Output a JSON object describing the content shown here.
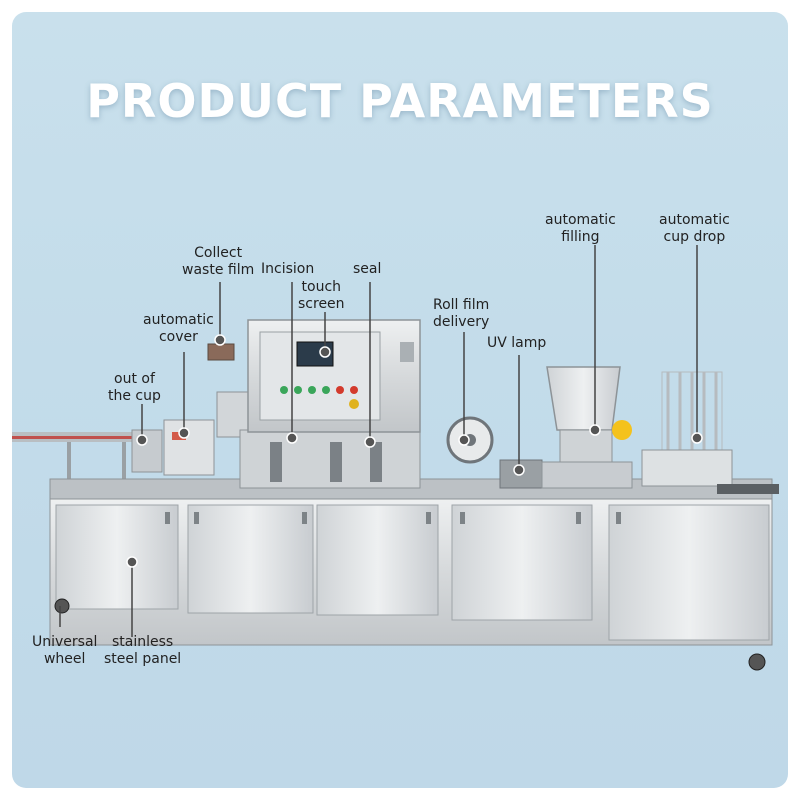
{
  "title": "PRODUCT PARAMETERS",
  "colors": {
    "background": "#c5deeb",
    "title": "#ffffff",
    "steel": "#d9dcde",
    "callout_line": "#444444",
    "callout_dot": "#555555"
  },
  "callouts": {
    "collect_waste_film": [
      "Collect",
      "waste film"
    ],
    "incision": [
      "Incision"
    ],
    "seal": [
      "seal"
    ],
    "touch_screen": [
      "touch",
      "screen"
    ],
    "automatic_cover": [
      "automatic",
      "cover"
    ],
    "out_of_the_cup": [
      "out of",
      "the cup"
    ],
    "roll_film_delivery": [
      "Roll film",
      "delivery"
    ],
    "uv_lamp": [
      "UV lamp"
    ],
    "automatic_filling": [
      "automatic",
      "filling"
    ],
    "automatic_cup_drop": [
      "automatic",
      "cup drop"
    ],
    "universal_wheel": [
      "Universal",
      "wheel"
    ],
    "stainless_steel_panel": [
      "stainless",
      "steel panel"
    ]
  }
}
